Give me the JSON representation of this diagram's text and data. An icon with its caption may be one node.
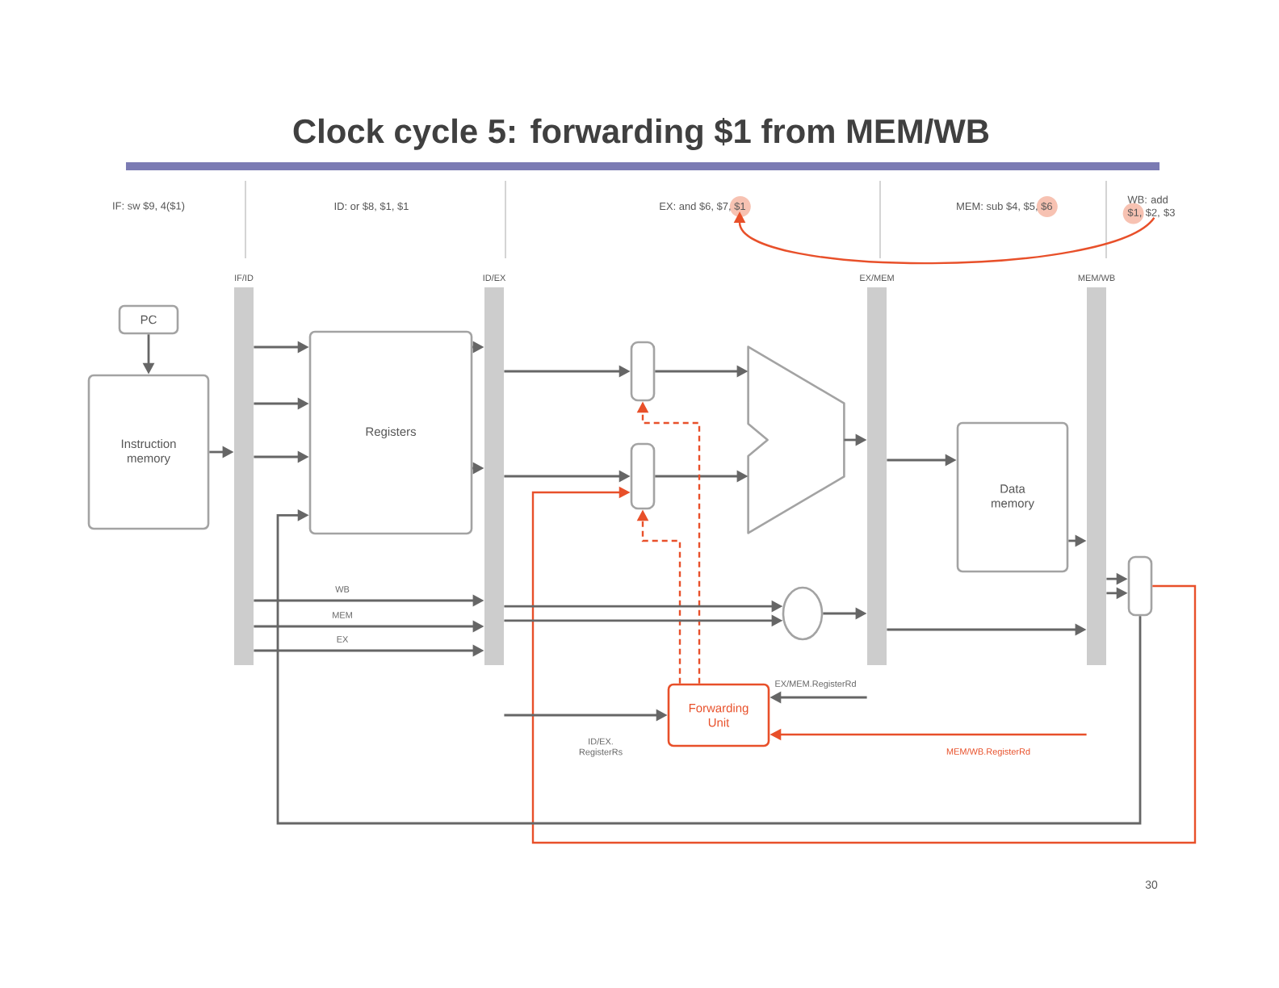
{
  "diagram": {
    "title": "Clock cycle 5: forwarding $1 from MEM/WB",
    "nodes": [
      {
        "text": [
          "EX: and $6, $7, $1"
        ]
      },
      {
        "text": [
          "WB: add $1, $2, $3"
        ]
      },
      {
        "text": [
          "PC"
        ]
      },
      {
        "text": [
          "Instruction memory"
        ]
      },
      {
        "text": [
          "IF/ID"
        ]
      },
      {
        "text": [
          "Registers"
        ]
      },
      {
        "text": [
          "ID/EX"
        ]
      },
      {
        "text": [],
        "shape": "box"
      },
      {
        "text": [],
        "shape": "box"
      },
      {
        "text": [],
        "shape": "trapezoid"
      },
      {
        "text": [
          "EX/MEM"
        ]
      },
      {
        "text": [
          "Data memory"
        ]
      },
      {
        "text": [
          "MEM/WB"
        ]
      },
      {
        "text": [],
        "shape": "box"
      },
      {
        "text": [],
        "shape": "circle"
      },
      {
        "text": [
          "Forwarding Unit"
        ]
      }
    ],
    "edges": [
      {
        "from": 1,
        "to": 0,
        "arrow": "to",
        "color": "#e8502a"
      },
      {
        "from": 2,
        "to": 3,
        "arrow": "to"
      },
      {
        "from": 3,
        "to": 4,
        "arrow": "to"
      },
      {
        "from": 4,
        "to": 5,
        "arrow": "to"
      },
      {
        "from": 4,
        "to": 5,
        "arrow": "to"
      },
      {
        "from": 4,
        "to": 5,
        "arrow": "to"
      },
      {
        "from": 5,
        "to": 6,
        "arrow": "to"
      },
      {
        "from": 5,
        "to": 6,
        "arrow": "to"
      },
      {
        "from": 6,
        "to": 7,
        "arrow": "to"
      },
      {
        "from": 6,
        "to": 8,
        "arrow": "to"
      },
      {
        "from": 7,
        "to": 9,
        "arrow": "to"
      },
      {
        "from": 8,
        "to": 9,
        "arrow": "to"
      },
      {
        "from": 9,
        "to": 10,
        "arrow": "to"
      },
      {
        "from": 10,
        "to": 11,
        "arrow": "to"
      },
      {
        "from": 11,
        "to": 12,
        "arrow": "to"
      },
      {
        "from": 10,
        "to": 12,
        "arrow": "to"
      },
      {
        "from": 12,
        "to": 13,
        "arrow": "to"
      },
      {
        "from": 12,
        "to": 13,
        "arrow": "to"
      },
      {
        "from": 13,
        "to": 8,
        "arrow": "to",
        "color": "#e8502a"
      },
      {
        "from": 13,
        "to": 5,
        "arrow": "to"
      },
      {
        "from": 15,
        "to": 7,
        "arrow": "to",
        "style": "dashed",
        "color": "#e8502a"
      },
      {
        "from": 15,
        "to": 8,
        "arrow": "to",
        "style": "dashed",
        "color": "#e8502a"
      },
      {
        "from": 6,
        "to": 15,
        "arrow": "to",
        "label": "ID/EX. RegisterRs"
      },
      {
        "from": 10,
        "to": 15,
        "arrow": "to",
        "label": "EX/MEM.RegisterRd"
      },
      {
        "from": 12,
        "to": 15,
        "arrow": "to",
        "label": "MEM/WB.RegisterRd",
        "color": "#e8502a"
      },
      {
        "from": 4,
        "to": 6,
        "arrow": "to",
        "label": "WB"
      },
      {
        "from": 4,
        "to": 6,
        "arrow": "to",
        "label": "MEM"
      },
      {
        "from": 4,
        "to": 6,
        "arrow": "to",
        "label": "EX"
      },
      {
        "from": 6,
        "to": 14,
        "arrow": "to"
      },
      {
        "from": 6,
        "to": 14,
        "arrow": "to"
      },
      {
        "from": 14,
        "to": 10,
        "arrow": "to"
      }
    ],
    "labels": [
      "IF: sw $9, 4($1)",
      "ID: or $8, $1, $1",
      "MEM: sub $4, $5, $6",
      "30"
    ]
  }
}
